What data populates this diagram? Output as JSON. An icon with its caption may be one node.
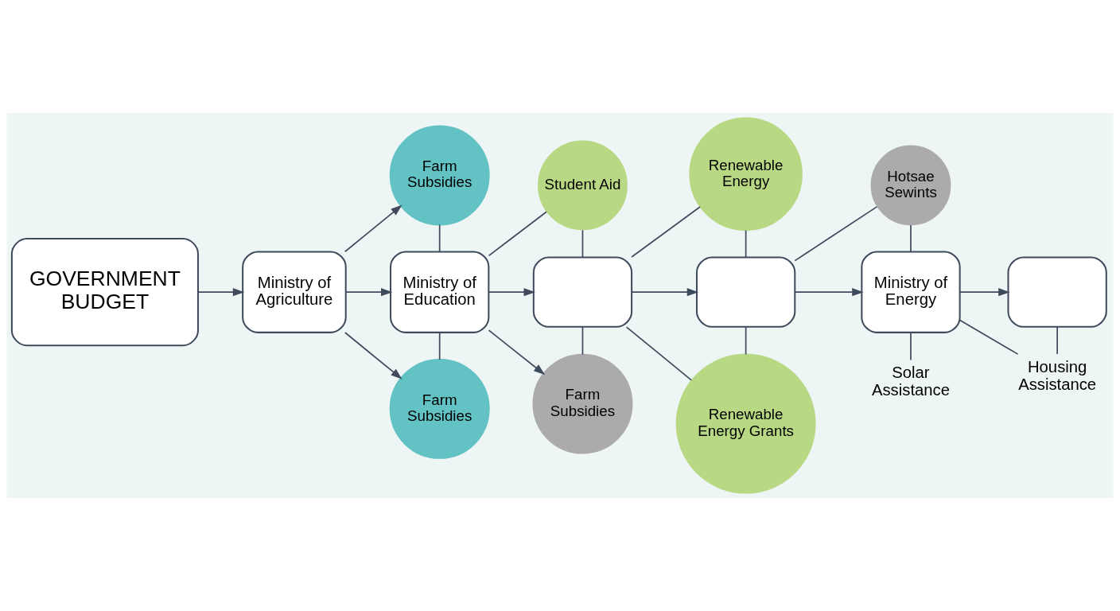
{
  "diagram": {
    "nodes": [
      {
        "text": [
          "GOVERNMENT BUDGET"
        ]
      },
      {
        "text": [
          "Ministry of Agriculture"
        ]
      },
      {
        "text": [
          "Ministry of Education"
        ]
      },
      {
        "text": [],
        "shape": "box"
      },
      {
        "text": [],
        "shape": "box"
      },
      {
        "text": [
          "Ministry of Energy"
        ]
      },
      {
        "text": [],
        "shape": "box"
      },
      {
        "text": [
          "Farm Subsidies"
        ]
      },
      {
        "text": [
          "Student Aid"
        ]
      },
      {
        "text": [
          "Renewable Energy"
        ]
      },
      {
        "text": [
          "Hotsae Sewints"
        ]
      },
      {
        "text": [
          "Farm Subsidies"
        ]
      },
      {
        "text": [
          "Farm Subsidies"
        ]
      },
      {
        "text": [
          "Renewable Energy Grants"
        ]
      },
      {
        "text": [
          "Solar Assistance"
        ]
      },
      {
        "text": [
          "Housing Assistance"
        ]
      }
    ],
    "edges": [
      {
        "from": 0,
        "to": 1,
        "arrow": "to"
      },
      {
        "from": 1,
        "to": 7,
        "arrow": "to"
      },
      {
        "from": 1,
        "to": 2,
        "arrow": "to"
      },
      {
        "from": 1,
        "to": 11,
        "arrow": "to"
      },
      {
        "from": 7,
        "to": 2,
        "arrow": "none"
      },
      {
        "from": 2,
        "to": 8,
        "arrow": "none"
      },
      {
        "from": 8,
        "to": 3,
        "arrow": "none"
      },
      {
        "from": 3,
        "to": 9,
        "arrow": "none"
      },
      {
        "from": 9,
        "to": 4,
        "arrow": "none"
      },
      {
        "from": 4,
        "to": 10,
        "arrow": "none"
      },
      {
        "from": 10,
        "to": 5,
        "arrow": "none"
      },
      {
        "from": 2,
        "to": 3,
        "arrow": "to"
      },
      {
        "from": 3,
        "to": 4,
        "arrow": "to"
      },
      {
        "from": 4,
        "to": 5,
        "arrow": "to"
      },
      {
        "from": 5,
        "to": 6,
        "arrow": "to"
      },
      {
        "from": 2,
        "to": 11,
        "arrow": "none"
      },
      {
        "from": 2,
        "to": 12,
        "arrow": "to"
      },
      {
        "from": 3,
        "to": 12,
        "arrow": "none"
      },
      {
        "from": 3,
        "to": 13,
        "arrow": "none"
      },
      {
        "from": 4,
        "to": 13,
        "arrow": "none"
      },
      {
        "from": 5,
        "to": 14,
        "arrow": "none"
      },
      {
        "from": 5,
        "to": 15,
        "arrow": "none"
      },
      {
        "from": 6,
        "to": 15,
        "arrow": "none"
      }
    ]
  }
}
